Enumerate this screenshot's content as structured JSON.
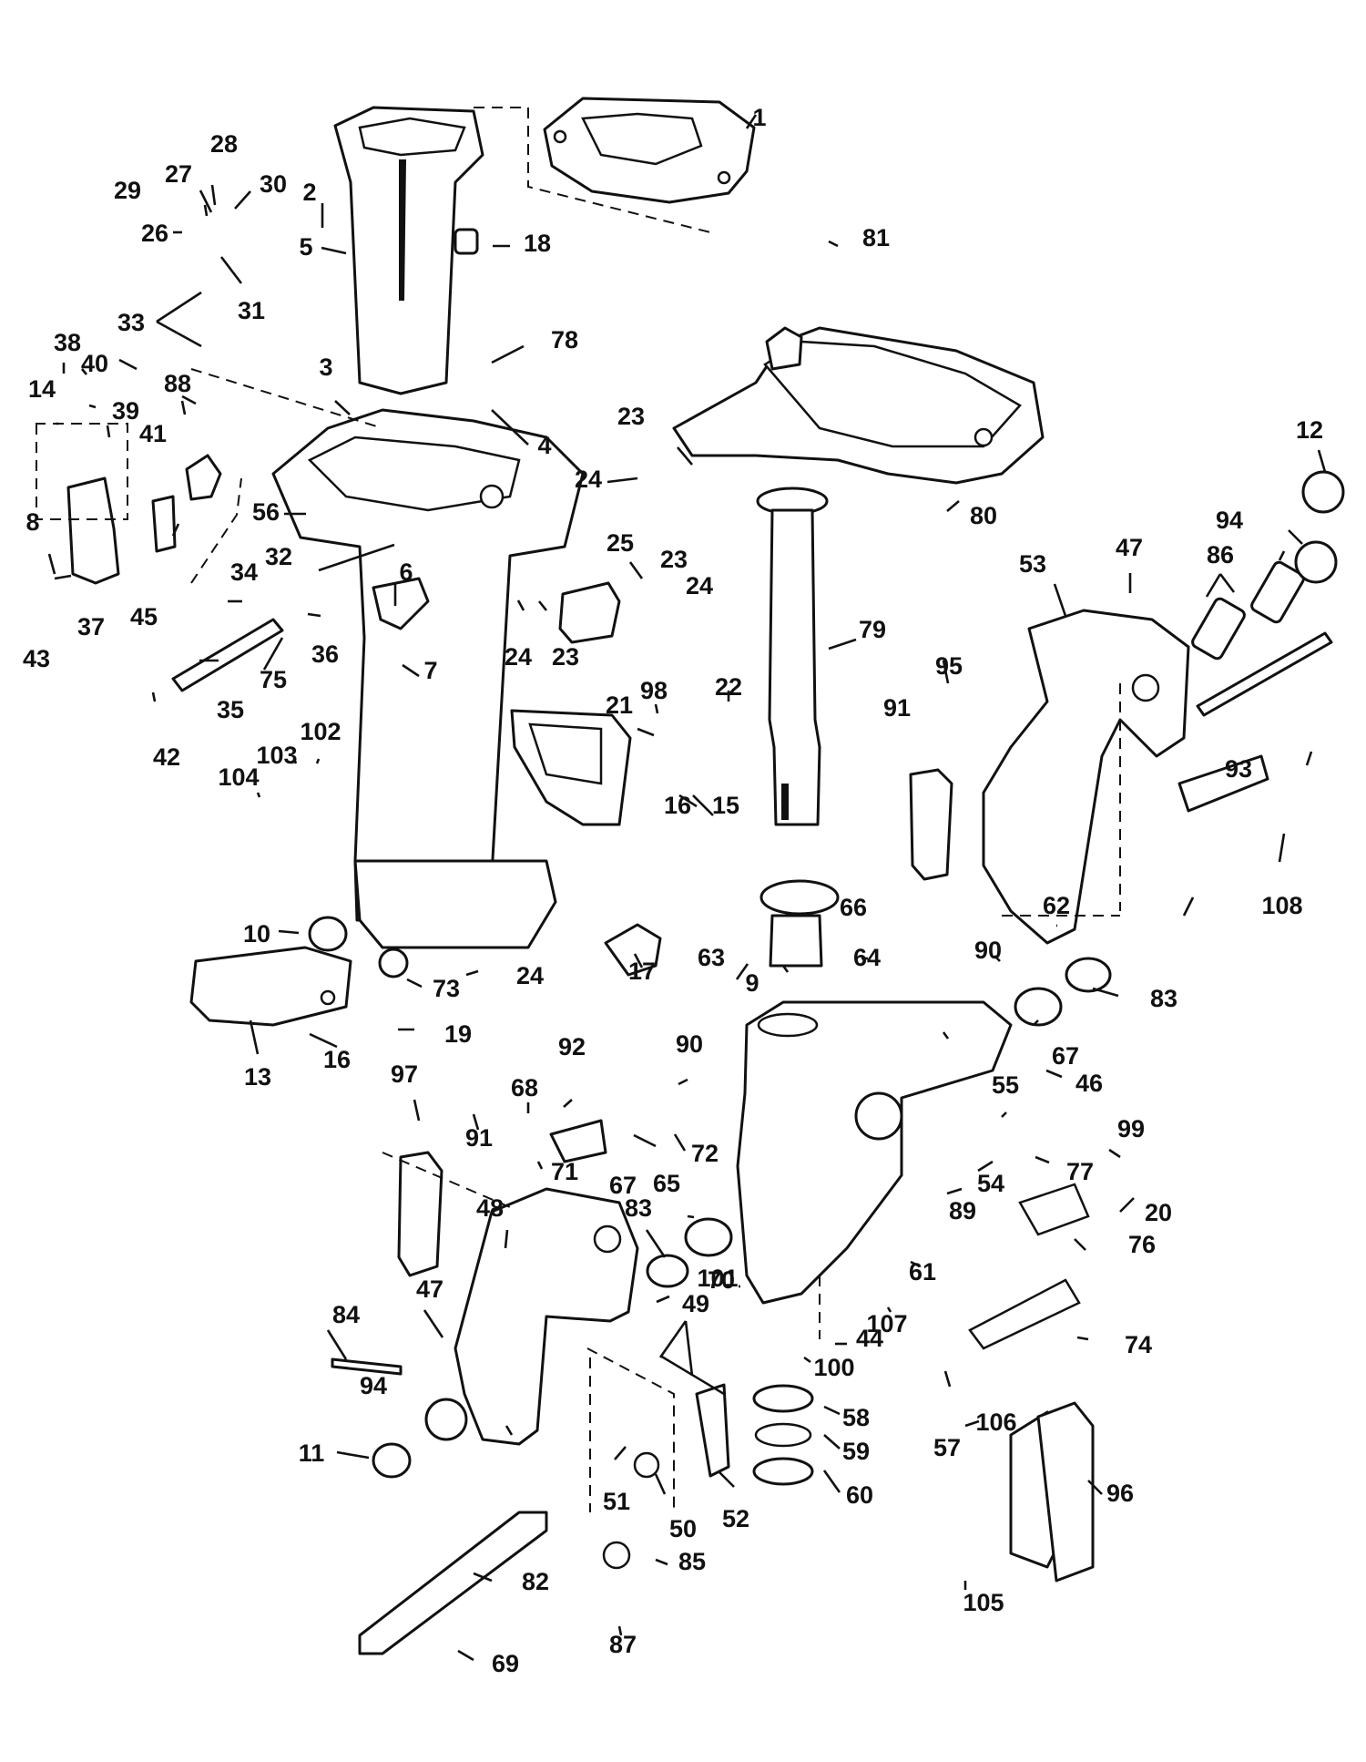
{
  "callouts": [
    {
      "text": "1"
    },
    {
      "text": "2"
    },
    {
      "text": "3"
    },
    {
      "text": "4"
    },
    {
      "text": "5"
    },
    {
      "text": "6"
    },
    {
      "text": "7"
    },
    {
      "text": "8"
    },
    {
      "text": "9"
    },
    {
      "text": "10"
    },
    {
      "text": "11"
    },
    {
      "text": "12"
    },
    {
      "text": "13"
    },
    {
      "text": "14"
    },
    {
      "text": "15"
    },
    {
      "text": "16"
    },
    {
      "text": "16"
    },
    {
      "text": "17"
    },
    {
      "text": "18"
    },
    {
      "text": "19"
    },
    {
      "text": "20"
    },
    {
      "text": "21"
    },
    {
      "text": "22"
    },
    {
      "text": "23"
    },
    {
      "text": "23"
    },
    {
      "text": "23"
    },
    {
      "text": "24"
    },
    {
      "text": "24"
    },
    {
      "text": "24"
    },
    {
      "text": "24"
    },
    {
      "text": "25"
    },
    {
      "text": "26"
    },
    {
      "text": "27"
    },
    {
      "text": "28"
    },
    {
      "text": "29"
    },
    {
      "text": "30"
    },
    {
      "text": "31"
    },
    {
      "text": "32"
    },
    {
      "text": "33"
    },
    {
      "text": "34"
    },
    {
      "text": "35"
    },
    {
      "text": "36"
    },
    {
      "text": "37"
    },
    {
      "text": "38"
    },
    {
      "text": "39"
    },
    {
      "text": "40"
    },
    {
      "text": "41"
    },
    {
      "text": "42"
    },
    {
      "text": "43"
    },
    {
      "text": "44"
    },
    {
      "text": "45"
    },
    {
      "text": "46"
    },
    {
      "text": "47"
    },
    {
      "text": "47"
    },
    {
      "text": "48"
    },
    {
      "text": "49"
    },
    {
      "text": "50"
    },
    {
      "text": "51"
    },
    {
      "text": "52"
    },
    {
      "text": "53"
    },
    {
      "text": "54"
    },
    {
      "text": "55"
    },
    {
      "text": "56"
    },
    {
      "text": "57"
    },
    {
      "text": "58"
    },
    {
      "text": "59"
    },
    {
      "text": "60"
    },
    {
      "text": "61"
    },
    {
      "text": "62"
    },
    {
      "text": "63"
    },
    {
      "text": "64"
    },
    {
      "text": "65"
    },
    {
      "text": "66"
    },
    {
      "text": "67"
    },
    {
      "text": "67"
    },
    {
      "text": "68"
    },
    {
      "text": "69"
    },
    {
      "text": "70"
    },
    {
      "text": "71"
    },
    {
      "text": "72"
    },
    {
      "text": "73"
    },
    {
      "text": "74"
    },
    {
      "text": "75"
    },
    {
      "text": "76"
    },
    {
      "text": "77"
    },
    {
      "text": "78"
    },
    {
      "text": "79"
    },
    {
      "text": "80"
    },
    {
      "text": "81"
    },
    {
      "text": "82"
    },
    {
      "text": "83"
    },
    {
      "text": "83"
    },
    {
      "text": "84"
    },
    {
      "text": "85"
    },
    {
      "text": "86"
    },
    {
      "text": "87"
    },
    {
      "text": "88"
    },
    {
      "text": "89"
    },
    {
      "text": "90"
    },
    {
      "text": "90"
    },
    {
      "text": "91"
    },
    {
      "text": "91"
    },
    {
      "text": "92"
    },
    {
      "text": "93"
    },
    {
      "text": "94"
    },
    {
      "text": "94"
    },
    {
      "text": "95"
    },
    {
      "text": "96"
    },
    {
      "text": "97"
    },
    {
      "text": "98"
    },
    {
      "text": "99"
    },
    {
      "text": "100"
    },
    {
      "text": "101"
    },
    {
      "text": "102"
    },
    {
      "text": "103"
    },
    {
      "text": "104"
    },
    {
      "text": "105"
    },
    {
      "text": "106"
    },
    {
      "text": "107"
    },
    {
      "text": "108"
    }
  ]
}
